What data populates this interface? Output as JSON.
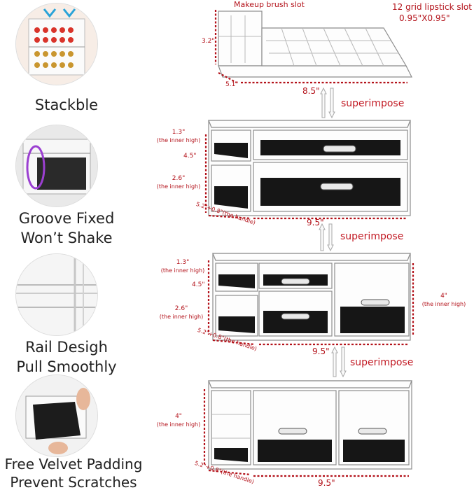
{
  "features": [
    {
      "label_lines": [
        "Stackble"
      ],
      "icon": "stacked-organizer-photo"
    },
    {
      "label_lines": [
        "Groove Fixed",
        "Won’t Shake"
      ],
      "icon": "groove-closeup-photo"
    },
    {
      "label_lines": [
        "Rail Desigh",
        "Pull Smoothly"
      ],
      "icon": "rail-closeup-photo"
    },
    {
      "label_lines": [
        "Free Velvet Padding",
        "Prevent Scratches"
      ],
      "icon": "velvet-pad-photo"
    }
  ],
  "tiers": {
    "top": {
      "brush_slot": "Makeup brush slot",
      "lipstick_slot": "12 grid lipstick slot",
      "lipstick_size": "0.95\"X0.95\"",
      "height": "3.2\"",
      "depth": "5.1\"",
      "width": "8.5\""
    },
    "two_drawer": {
      "upper_height": "1.3\"",
      "upper_note": "(the inner high)",
      "total_height": "4.5\"",
      "lower_height": "2.6\"",
      "lower_note": "(the inner high)",
      "depth": "5.2\"+0.8\"(the handle)",
      "width": "9.5\""
    },
    "four_drawer": {
      "upper_height": "1.3\"",
      "upper_note": "(the inner high)",
      "total_height": "4.5\"",
      "lower_height": "2.6\"",
      "lower_note": "(the inner high)",
      "side_height": "4\"",
      "side_note": "(the inner high)",
      "depth": "5.2\"+0.8\"(the handle)",
      "width": "9.5\""
    },
    "bottom": {
      "height": "4\"",
      "height_note": "(the inner high)",
      "depth": "5.2\"+0.8\"(the handle)",
      "width": "9.5\""
    }
  },
  "arrows": [
    "superimpose",
    "superimpose",
    "superimpose"
  ],
  "colors": {
    "dimension": "#b3121a",
    "accent": "#c21a24",
    "velvet": "#1a1a1a",
    "acrylic": "#9a9a9a"
  }
}
